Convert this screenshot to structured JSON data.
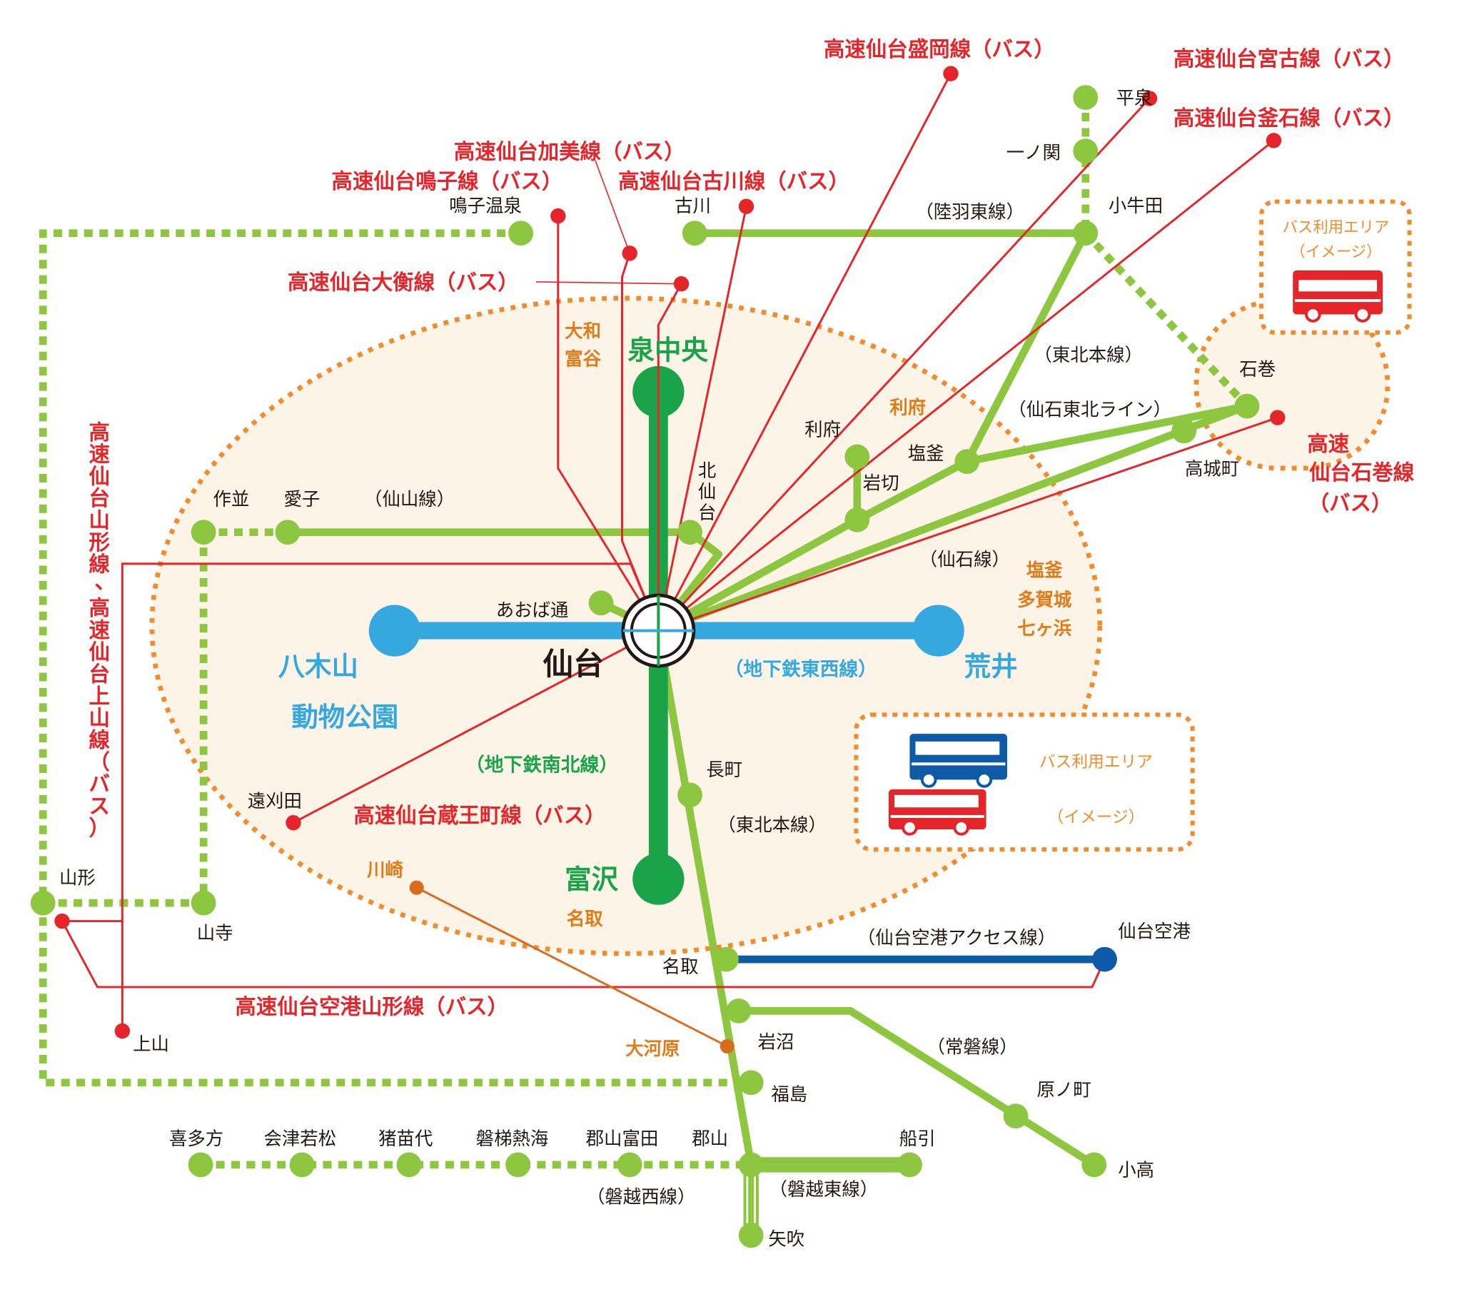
{
  "colors": {
    "rail": "#8dc63f",
    "bus": "#e5252a",
    "subway_ns": "#1ba34a",
    "subway_ew": "#35a8e0",
    "airport_line": "#0d5aa7",
    "area": "#f08c2c",
    "area_fill": "#fcf4e6",
    "brown_route": "#d96b1a",
    "station_text": "#231815"
  },
  "hub": {
    "name": "仙台"
  },
  "subway": {
    "ns_line": "（地下鉄南北線）",
    "ew_line": "（地下鉄東西線）",
    "ns_north": "泉中央",
    "ns_south": "富沢",
    "ew_west_1": "八木山",
    "ew_west_2": "動物公園",
    "ew_east": "荒井",
    "aoba": "あおば通",
    "kitasendai": [
      "北",
      "仙",
      "台"
    ]
  },
  "bus_routes": {
    "morioka": "高速仙台盛岡線（バス）",
    "miyako": "高速仙台宮古線（バス）",
    "kamaishi": "高速仙台釜石線（バス）",
    "kami": "高速仙台加美線（バス）",
    "naruko": "高速仙台鳴子線（バス）",
    "furukawa": "高速仙台古川線（バス）",
    "daikou": "高速仙台大衡線（バス）",
    "yamagata_v": [
      "高",
      "速",
      "仙",
      "台",
      "山",
      "形",
      "線",
      "、",
      "高",
      "速",
      "仙",
      "台",
      "上",
      "山",
      "線",
      "（",
      "バ",
      "ス",
      "）"
    ],
    "ishinomaki": [
      "高速",
      "仙台石巻線",
      "（バス）"
    ],
    "zaou": "高速仙台蔵王町線（バス）",
    "airport_yamagata": "高速仙台空港山形線（バス）"
  },
  "rail_lines": {
    "rikuu_east": "（陸羽東線）",
    "tohoku_main_n": "（東北本線）",
    "senseki_tohoku": "（仙石東北ライン）",
    "senzan": "（仙山線）",
    "senseki": "（仙石線）",
    "tohoku_main_s": "（東北本線）",
    "airport_access": "（仙台空港アクセス線）",
    "joban": "（常磐線）",
    "banetsu_west": "（磐越西線）",
    "banetsu_east": "（磐越東線）"
  },
  "stations": {
    "hiraizumi": "平泉",
    "ichinoseki": "一ノ関",
    "kogota": "小牛田",
    "naruko_onsen": "鳴子温泉",
    "furukawa": "古川",
    "ishinomaki": "石巻",
    "takagicho": "高城町",
    "rifu": "利府",
    "shiogama": "塩釜",
    "iwakiri": "岩切",
    "sakunami": "作並",
    "ayashi": "愛子",
    "nagamachi": "長町",
    "togatta": "遠刈田",
    "yamagata": "山形",
    "yamadera": "山寺",
    "kaminoyama": "上山",
    "natori": "名取",
    "sendai_airport": "仙台空港",
    "iwanuma": "岩沼",
    "fukushima": "福島",
    "haranomachi": "原ノ町",
    "odaka": "小高",
    "kitakata": "喜多方",
    "aizuwakamatsu": "会津若松",
    "inawashiro": "猪苗代",
    "bandaiatami": "磐梯熱海",
    "koriyamatomita": "郡山富田",
    "koriyama": "郡山",
    "funehiki": "船引",
    "yabuki": "矢吹"
  },
  "areas": {
    "yamato": [
      "大和",
      "富谷"
    ],
    "rifu": "利府",
    "shiogama": [
      "塩釜",
      "多賀城",
      "七ヶ浜"
    ],
    "natori": "名取",
    "kawasaki": "川崎",
    "okawara": "大河原"
  },
  "legends": {
    "bus_area_1": "バス利用エリア",
    "bus_area_1b": "（イメージ）",
    "bus_area_2": "バス利用エリア",
    "bus_area_2b": "（イメージ）"
  }
}
